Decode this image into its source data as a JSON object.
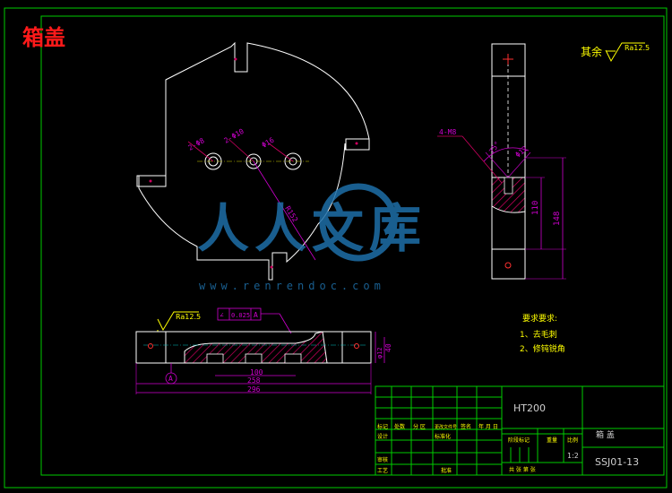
{
  "title": "箱盖",
  "surface_note": {
    "prefix": "其余",
    "roughness": "Ra12.5"
  },
  "watermark": {
    "brand": "人人文库",
    "url": "www.renrendoc.com"
  },
  "top_view": {
    "hole_labels": [
      "2-Φ8",
      "2-Φ10",
      "Φ16"
    ],
    "radius_label": "R152"
  },
  "side_view": {
    "thread_label": "4-M8",
    "angle_label": "75°",
    "small_label": "Φ12",
    "dims": [
      "110",
      "148"
    ]
  },
  "front_view": {
    "roughness": "Ra12.5",
    "tolerance": {
      "symbol": "∠",
      "value": "0.025",
      "datum": "A"
    },
    "datum_label": "A",
    "dims": [
      "100",
      "258",
      "296"
    ],
    "height_dims": [
      "40",
      "φ12"
    ]
  },
  "requirements": {
    "heading": "要求要求:",
    "items": [
      "1、去毛刺",
      "2、修钝锐角"
    ]
  },
  "title_block": {
    "material": "HT200",
    "part_name": "箱 盖",
    "scale": "1:2",
    "drawing_no": "SSJ01-13",
    "header_cells": [
      "标记",
      "处数",
      "分 区",
      "更改文件号",
      "签名",
      "年 月 日"
    ],
    "row_labels": [
      "设计",
      "审核",
      "工艺"
    ],
    "std_label": "标准化",
    "approve_label": "批准",
    "stage_labels": [
      "阶段标记",
      "重量",
      "比例"
    ],
    "sheet_labels": [
      "共 张 第 张"
    ]
  },
  "colors": {
    "frame": "#00cc00",
    "outline": "#ffffff",
    "dimension": "#d000d0",
    "hatch": "#d00060",
    "center": "#d0d000",
    "title": "#ff1a1a",
    "text_yellow": "#ffff00",
    "watermark": "#1e6fa8"
  }
}
